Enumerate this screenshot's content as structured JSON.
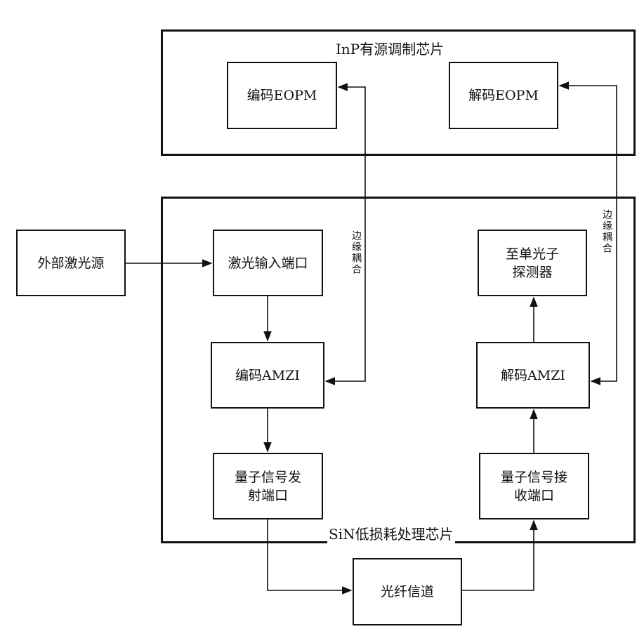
{
  "inp_chip": {
    "title": "InP有源调制芯片"
  },
  "sin_chip": {
    "title": "SiN低损耗处理芯片"
  },
  "boxes": {
    "encode_eopm": "编码EOPM",
    "decode_eopm": "解码EOPM",
    "external_laser": "外部激光源",
    "laser_input_port": "激光输入端口",
    "single_photon_detector": "至单光子\n探测器",
    "encode_amzi": "编码AMZI",
    "decode_amzi": "解码AMZI",
    "quantum_tx_port": "量子信号发\n射端口",
    "quantum_rx_port": "量子信号接\n收端口",
    "fiber_channel": "光纤信道"
  },
  "edge_coupling_label": "边缘耦合"
}
